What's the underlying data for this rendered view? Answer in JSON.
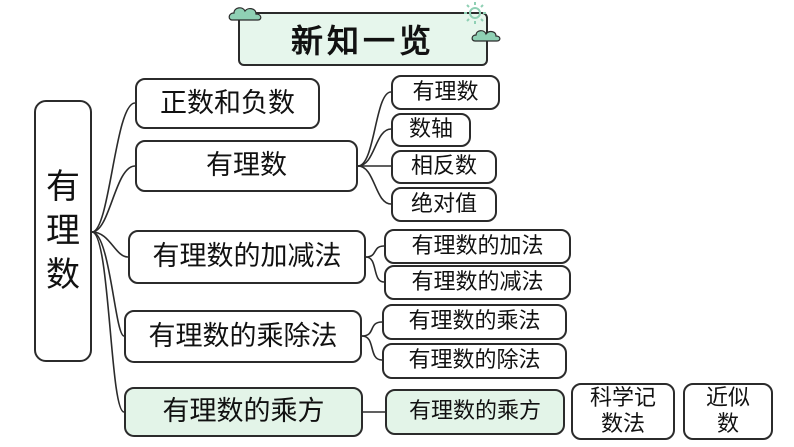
{
  "title": "新知一览",
  "root": {
    "chars": [
      "有",
      "理",
      "数"
    ]
  },
  "branches": [
    {
      "label": "正数和负数"
    },
    {
      "label": "有理数"
    },
    {
      "label": "有理数的加减法"
    },
    {
      "label": "有理数的乘除法"
    },
    {
      "label": "有理数的乘方"
    }
  ],
  "leaves": {
    "rational": [
      "有理数",
      "数轴",
      "相反数",
      "绝对值"
    ],
    "add_sub": [
      "有理数的加法",
      "有理数的减法"
    ],
    "mul_div": [
      "有理数的乘法",
      "有理数的除法"
    ],
    "power": [
      "有理数的乘方"
    ]
  },
  "extras": [
    {
      "line1": "科学记",
      "line2": "数法"
    },
    {
      "line1": "近似",
      "line2": "数"
    }
  ],
  "colors": {
    "highlight": "#e3f4e8",
    "border": "#2b2b2b",
    "title_bg": "#e6f6ec",
    "cloud": "#8fd0b4",
    "sun": "#8fd0b4"
  },
  "icons": {
    "title_left": "cloud-icon",
    "title_right_sun": "sun-icon",
    "title_right_cloud": "cloud-icon"
  }
}
